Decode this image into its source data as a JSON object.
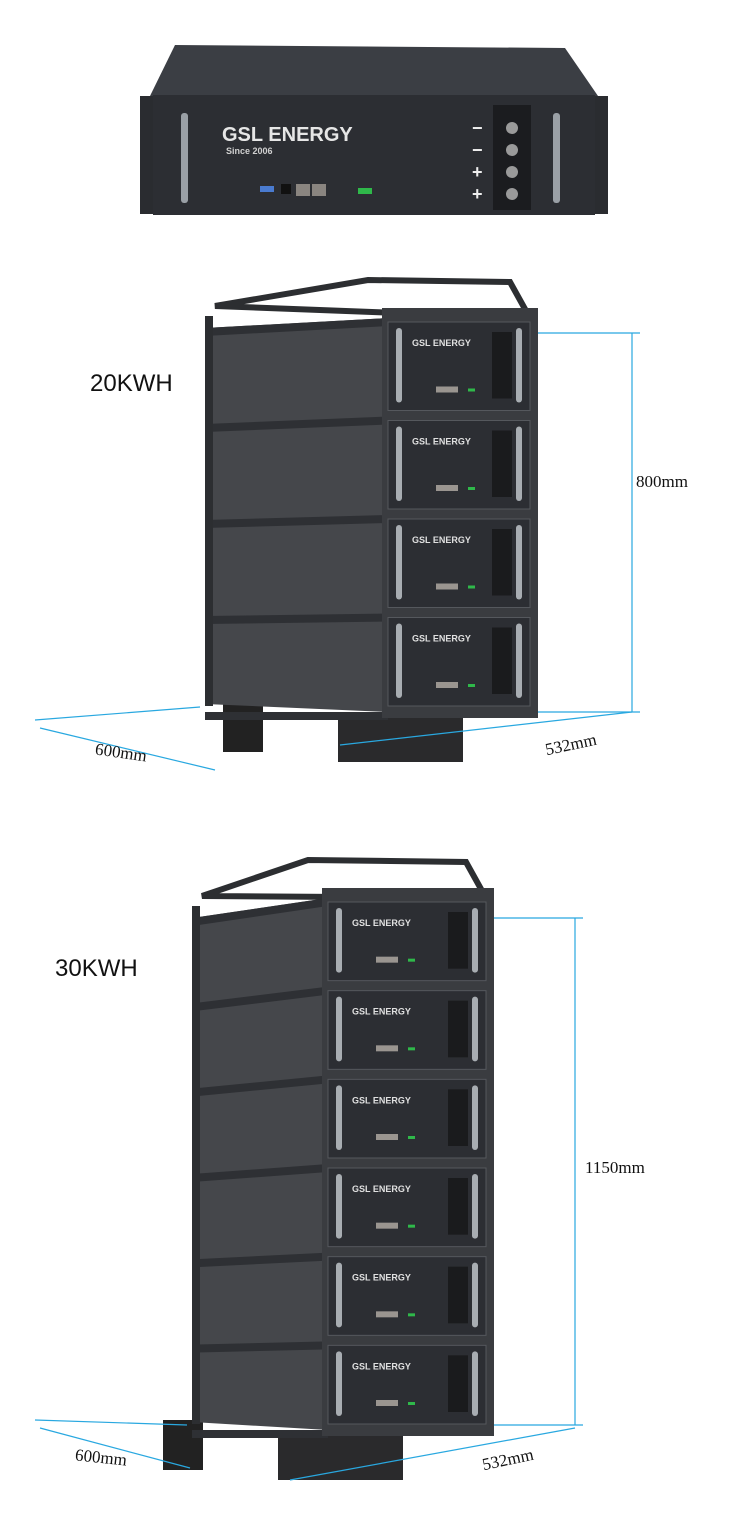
{
  "product": {
    "brand": "GSL ENERGY",
    "since": "Since 2006",
    "terminals": [
      "−",
      "−",
      "+",
      "+"
    ]
  },
  "config_20kwh": {
    "label": "20KWH",
    "modules": 4,
    "height": "800mm",
    "depth": "600mm",
    "width": "532mm"
  },
  "config_30kwh": {
    "label": "30KWH",
    "modules": 6,
    "height": "1150mm",
    "depth": "600mm",
    "width": "532mm"
  },
  "colors": {
    "dimension_line": "#29a8e0",
    "battery_body": "#2c2e33",
    "rack": "#3a3c40"
  }
}
